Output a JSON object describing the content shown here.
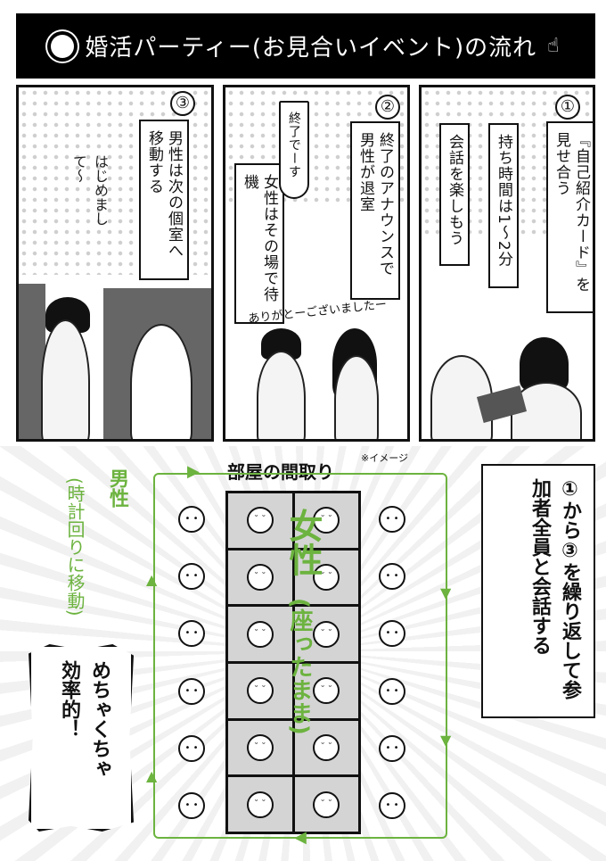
{
  "title": "婚活パーティー(お見合いイベント)の流れ",
  "panels": [
    {
      "number": "①",
      "captions": [
        "開始のアナウンスで『自己紹介カード』を見せ合う",
        "持ち時間は1〜2分",
        "会話を楽しもう"
      ]
    },
    {
      "number": "②",
      "captions": [
        "終了のアナウンスで男性が退室",
        "女性はその場で待機"
      ],
      "speech": "終了でーす",
      "sfx": "ありがとーございましたー"
    },
    {
      "number": "③",
      "captions": [
        "男性は次の個室へ移動する"
      ],
      "sfx": "はじめまして〜"
    }
  ],
  "room": {
    "title": "部屋の間取り",
    "note": "※イメージ",
    "women_label": "女性",
    "women_sub": "(座ったまま)",
    "men_label": "男性",
    "men_sub": "(時計回りに移動)"
  },
  "summary": "①から③を繰り返して参加者全員と会話する",
  "bubble": {
    "line1": "めちゃくちゃ",
    "line2": "効率的！"
  },
  "colors": {
    "accent": "#6cb33f"
  }
}
